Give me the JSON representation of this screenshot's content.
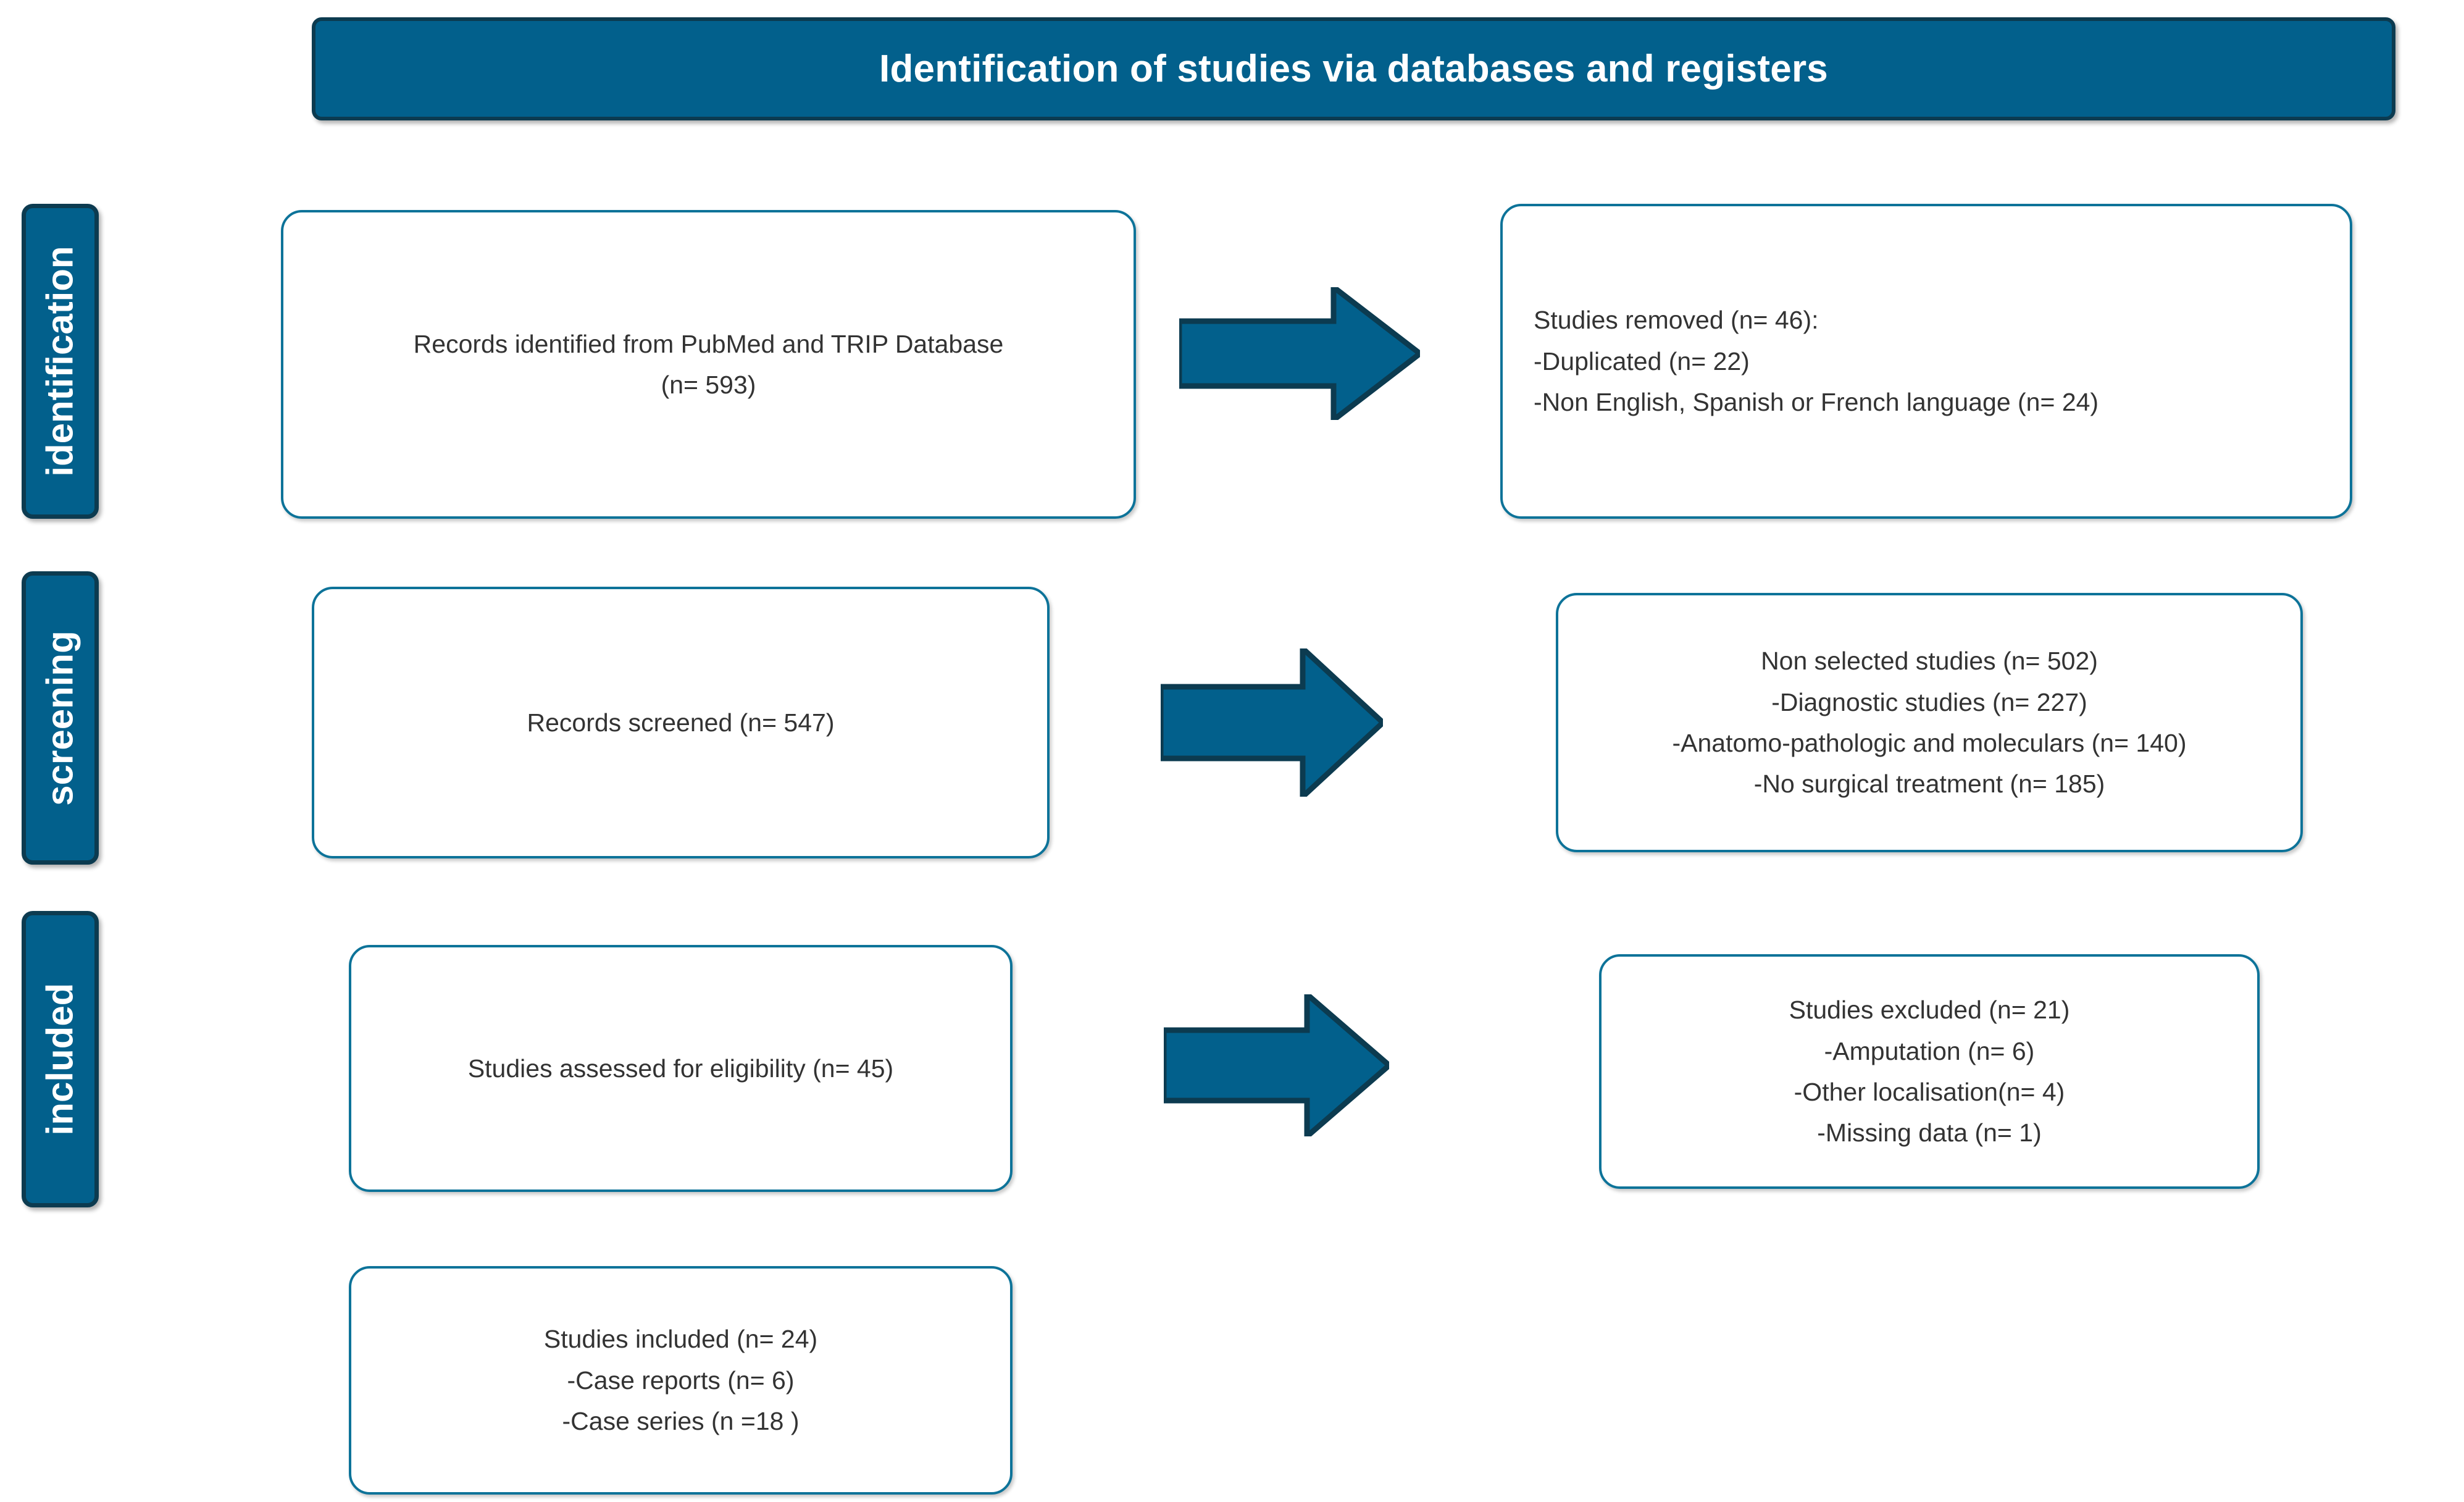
{
  "banner": {
    "title": "Identification of studies via databases and registers"
  },
  "colors": {
    "accent_fill": "#02608C",
    "accent_outline": "#0c3b50",
    "box_border": "#0d7399",
    "text": "#333333",
    "banner_text": "#ffffff",
    "page_background": "#ffffff"
  },
  "stages": [
    {
      "id": "identification",
      "label": "identification"
    },
    {
      "id": "screening",
      "label": "screening"
    },
    {
      "id": "included",
      "label": "included"
    }
  ],
  "boxes": {
    "records_identified": {
      "lines": [
        "Records identified from PubMed and TRIP Database",
        "(n= 593)"
      ]
    },
    "studies_removed": {
      "lines": [
        "Studies removed (n= 46):",
        "-Duplicated (n= 22)",
        "-Non English, Spanish or French language (n= 24)"
      ]
    },
    "records_screened": {
      "lines": [
        "Records screened (n= 547)"
      ]
    },
    "non_selected_studies": {
      "lines": [
        "Non selected studies (n= 502)",
        "-Diagnostic studies (n= 227)",
        "-Anatomo-pathologic and moleculars (n= 140)",
        "-No surgical treatment (n= 185)"
      ]
    },
    "studies_assessed": {
      "lines": [
        "Studies assessed for eligibility (n= 45)"
      ]
    },
    "studies_excluded": {
      "lines": [
        "Studies excluded (n= 21)",
        "-Amputation (n= 6)",
        "-Other localisation(n= 4)",
        "-Missing data (n= 1)"
      ]
    },
    "studies_included": {
      "lines": [
        "Studies included (n= 24)",
        "-Case reports (n= 6)",
        "-Case series (n =18 )"
      ]
    }
  },
  "arrows": [
    {
      "id": "arrow-1",
      "icon": "right-block-arrow-icon",
      "from": "records_identified",
      "to": "studies_removed"
    },
    {
      "id": "arrow-2",
      "icon": "right-block-arrow-icon",
      "from": "records_screened",
      "to": "non_selected_studies"
    },
    {
      "id": "arrow-3",
      "icon": "right-block-arrow-icon",
      "from": "studies_assessed",
      "to": "studies_excluded"
    }
  ],
  "chart_data": {
    "type": "diagram",
    "title": "Identification of studies via databases and registers",
    "nodes": [
      {
        "id": "records_identified",
        "stage": "identification",
        "column": "left",
        "label": "Records identified from PubMed and TRIP Database (n= 593)",
        "n": 593
      },
      {
        "id": "studies_removed",
        "stage": "identification",
        "column": "right",
        "label": "Studies removed (n= 46)",
        "n": 46,
        "breakdown": [
          {
            "label": "Duplicated",
            "n": 22
          },
          {
            "label": "Non English, Spanish or French language",
            "n": 24
          }
        ]
      },
      {
        "id": "records_screened",
        "stage": "screening",
        "column": "left",
        "label": "Records screened (n= 547)",
        "n": 547
      },
      {
        "id": "non_selected_studies",
        "stage": "screening",
        "column": "right",
        "label": "Non selected studies (n= 502)",
        "n": 502,
        "breakdown": [
          {
            "label": "Diagnostic studies",
            "n": 227
          },
          {
            "label": "Anatomo-pathologic and moleculars",
            "n": 140
          },
          {
            "label": "No surgical treatment",
            "n": 185
          }
        ]
      },
      {
        "id": "studies_assessed",
        "stage": "included",
        "column": "left",
        "label": "Studies assessed for eligibility (n= 45)",
        "n": 45
      },
      {
        "id": "studies_excluded",
        "stage": "included",
        "column": "right",
        "label": "Studies excluded (n= 21)",
        "n": 21,
        "breakdown": [
          {
            "label": "Amputation",
            "n": 6
          },
          {
            "label": "Other localisation",
            "n": 4
          },
          {
            "label": "Missing data",
            "n": 1
          }
        ]
      },
      {
        "id": "studies_included",
        "stage": "included",
        "column": "left",
        "label": "Studies included (n= 24)",
        "n": 24,
        "breakdown": [
          {
            "label": "Case reports",
            "n": 6
          },
          {
            "label": "Case series",
            "n": 18
          }
        ]
      }
    ],
    "edges": [
      {
        "from": "records_identified",
        "to": "studies_removed"
      },
      {
        "from": "records_screened",
        "to": "non_selected_studies"
      },
      {
        "from": "studies_assessed",
        "to": "studies_excluded"
      }
    ]
  }
}
